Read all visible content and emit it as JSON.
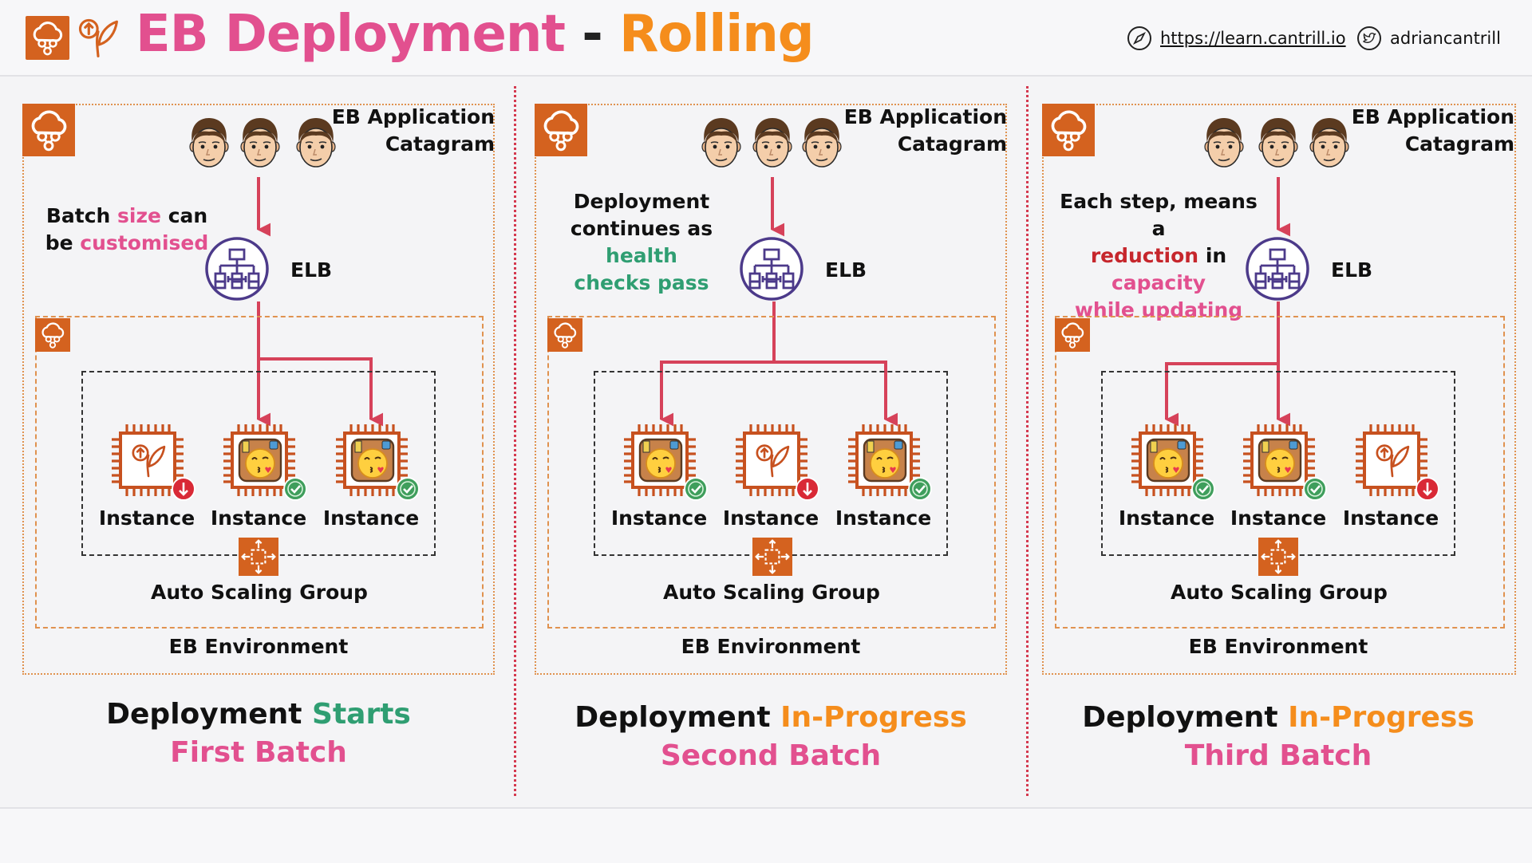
{
  "header": {
    "title_part1": "EB Deployment",
    "title_sep": " - ",
    "title_part2": "Rolling",
    "url": "https://learn.cantrill.io",
    "twitter": "adriancantrill"
  },
  "icons": {
    "logo": "cloud-cluster-icon",
    "plant": "sprout-icon",
    "compass": "compass-icon",
    "twitter": "twitter-bird-icon",
    "user": "user-face-icon",
    "elb": "load-balancer-icon",
    "instance": "chip-icon",
    "old_version": "sprout-icon",
    "new_version": "kissing-face-icon",
    "asg": "autoscaling-arrows-icon"
  },
  "colors": {
    "pink": "#e2508f",
    "green": "#2f9e72",
    "orange": "#f58d1c",
    "red": "#c6262c",
    "aws_orange": "#d4621f",
    "arrow": "#d6425a"
  },
  "labels": {
    "app": [
      "EB Application",
      "Catagram"
    ],
    "elb": "ELB",
    "instance": "Instance",
    "asg": "Auto Scaling Group",
    "env": "EB Environment"
  },
  "panels": [
    {
      "note": {
        "l1a": "Batch ",
        "l1b": "size",
        "l1c": " can",
        "l2a": "be ",
        "l2b": "customised"
      },
      "instances": [
        {
          "version": "old",
          "status": "updating"
        },
        {
          "version": "new",
          "status": "healthy"
        },
        {
          "version": "new",
          "status": "healthy"
        }
      ],
      "caption": {
        "a": "Deployment ",
        "b": "Starts",
        "c": "First Batch"
      }
    },
    {
      "note": {
        "l1": "Deployment",
        "l2a": "continues as ",
        "l2b": "health",
        "l3": "checks pass"
      },
      "instances": [
        {
          "version": "new",
          "status": "healthy"
        },
        {
          "version": "old",
          "status": "updating"
        },
        {
          "version": "new",
          "status": "healthy"
        }
      ],
      "caption": {
        "a": "Deployment ",
        "b": "In-Progress",
        "c": "Second Batch"
      }
    },
    {
      "note": {
        "l1": "Each step, means a",
        "l2a": "reduction",
        "l2b": " in ",
        "l2c": "capacity",
        "l3": "while updating"
      },
      "instances": [
        {
          "version": "new",
          "status": "healthy"
        },
        {
          "version": "new",
          "status": "healthy"
        },
        {
          "version": "old",
          "status": "updating"
        }
      ],
      "caption": {
        "a": "Deployment ",
        "b": "In-Progress",
        "c": "Third Batch"
      }
    }
  ]
}
